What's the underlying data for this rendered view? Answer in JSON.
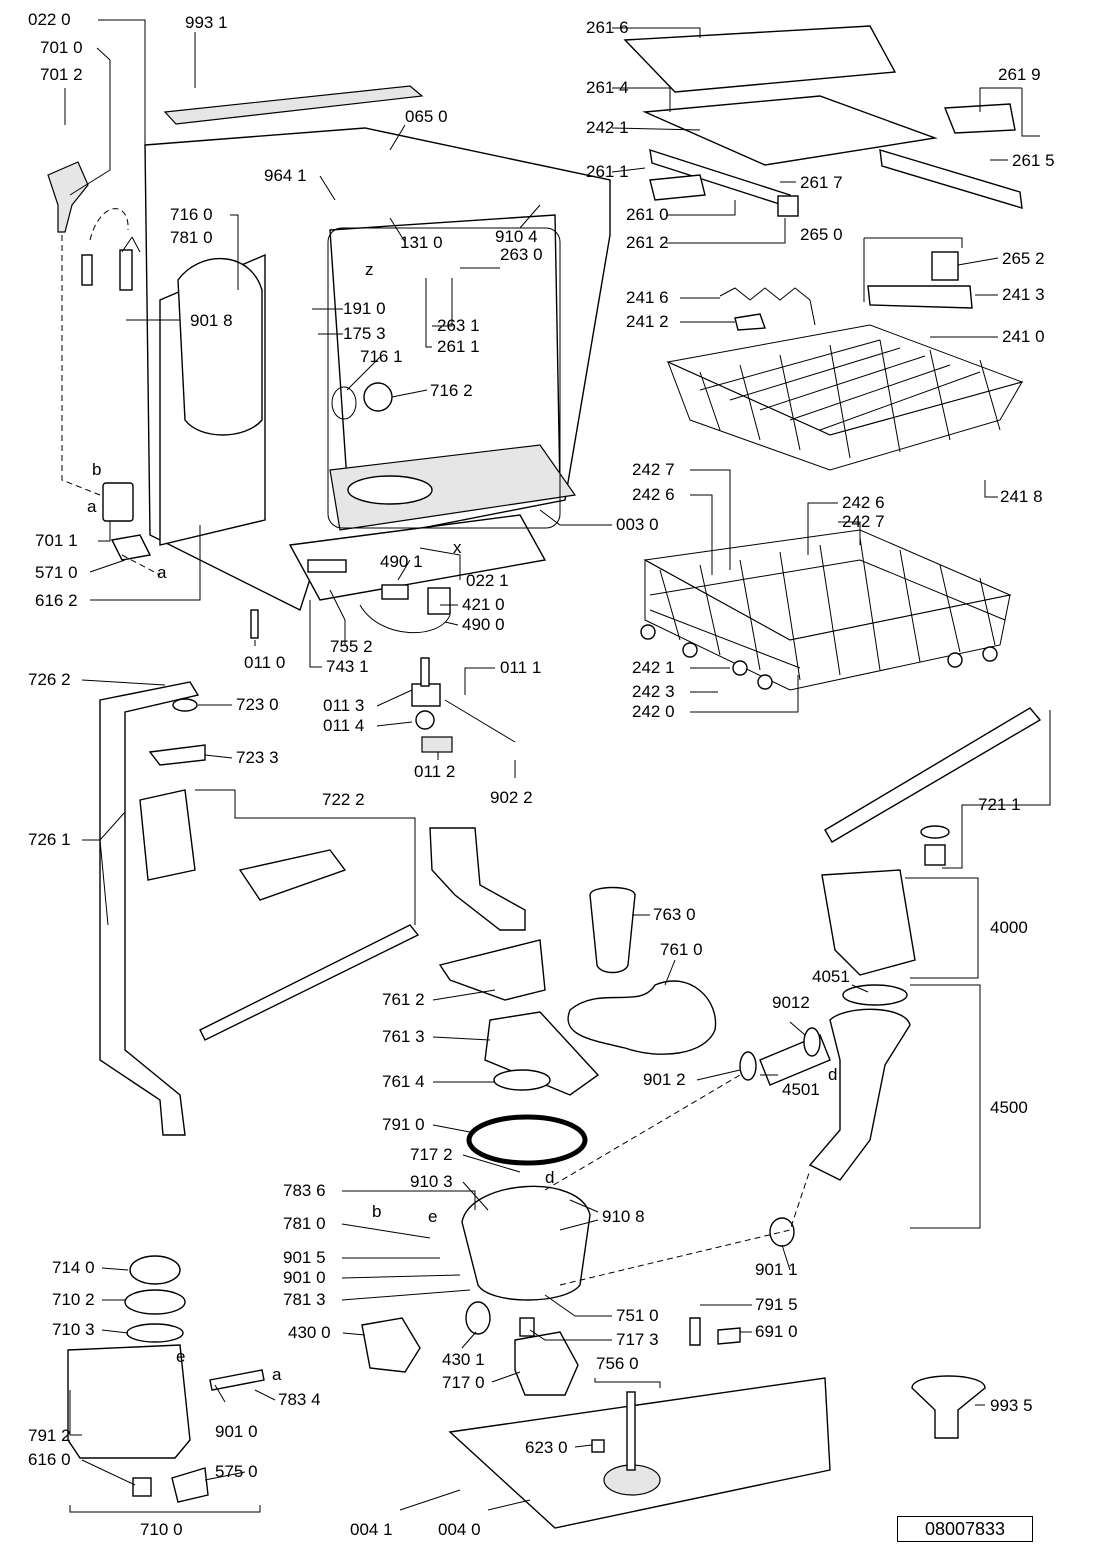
{
  "document_number": "08007833",
  "labels": {
    "l0220": "022 0",
    "l7010": "701 0",
    "l7012": "701 2",
    "l9931": "993 1",
    "l0650": "065 0",
    "l9641": "964 1",
    "l7160": "716 0",
    "l7810a": "781 0",
    "l9018": "901 8",
    "l1310": "131 0",
    "l9104": "910 4",
    "l2630": "263 0",
    "l1910": "191 0",
    "l1753": "175 3",
    "l2631": "263 1",
    "l2611b": "261 1",
    "l7161": "716 1",
    "l7162": "716 2",
    "l7011": "701 1",
    "l5710": "571 0",
    "l6162": "616 2",
    "l0030": "003 0",
    "l0221": "022 1",
    "l4901": "490 1",
    "l4210": "421 0",
    "l4900": "490 0",
    "l7552": "755 2",
    "l7431": "743 1",
    "l0110": "011 0",
    "l0111": "011 1",
    "l0113": "011 3",
    "l0114": "011 4",
    "l0112": "011 2",
    "l9022": "902 2",
    "l2616": "261 6",
    "l2614": "261 4",
    "l2619": "261 9",
    "l2421a": "242 1",
    "l2611a": "261 1",
    "l2615": "261 5",
    "l2617": "261 7",
    "l2610": "261 0",
    "l2612": "261 2",
    "l2650": "265 0",
    "l2652": "265 2",
    "l2416": "241 6",
    "l2413": "241 3",
    "l2412": "241 2",
    "l2410": "241 0",
    "l2427a": "242 7",
    "l2426a": "242 6",
    "l2426b": "242 6",
    "l2427b": "242 7",
    "l2418": "241 8",
    "l2421b": "242 1",
    "l2423": "242 3",
    "l2420": "242 0",
    "l7262": "726 2",
    "l7230": "723 0",
    "l7233": "723 3",
    "l7222": "722 2",
    "l7261": "726 1",
    "l7211": "721 1",
    "l7630": "763 0",
    "l4000": "4000",
    "l7610": "761 0",
    "l4051": "4051",
    "l9012a": "9012",
    "l7612": "761 2",
    "l7613": "761 3",
    "l9012b": "901 2",
    "l4501": "4501",
    "l7614": "761 4",
    "l4500": "4500",
    "l7910": "791 0",
    "l7172": "717 2",
    "l9103": "910 3",
    "l7836": "783 6",
    "l9108": "910 8",
    "l7810b": "781 0",
    "l9015": "901 5",
    "l9010a": "901 0",
    "l7813": "781 3",
    "l9011": "901 1",
    "l7510": "751 0",
    "l7915": "791 5",
    "l4300": "430 0",
    "l4301": "430 1",
    "l7173": "717 3",
    "l6910": "691 0",
    "l7560": "756 0",
    "l7170": "717 0",
    "l7140": "714 0",
    "l7102": "710 2",
    "l7103": "710 3",
    "l7834": "783 4",
    "l9010b": "901 0",
    "l7912": "791 2",
    "l5750": "575 0",
    "l6160": "616 0",
    "l6230": "623 0",
    "l9935": "993 5",
    "l7100": "710 0",
    "l0041": "004 1",
    "l0040": "004 0",
    "la1": "a",
    "lb1": "b",
    "la2": "a",
    "lz": "z",
    "lx": "x",
    "ld1": "d",
    "ld2": "d",
    "lb2": "b",
    "le1": "e",
    "la3": "a",
    "le2": "e"
  }
}
